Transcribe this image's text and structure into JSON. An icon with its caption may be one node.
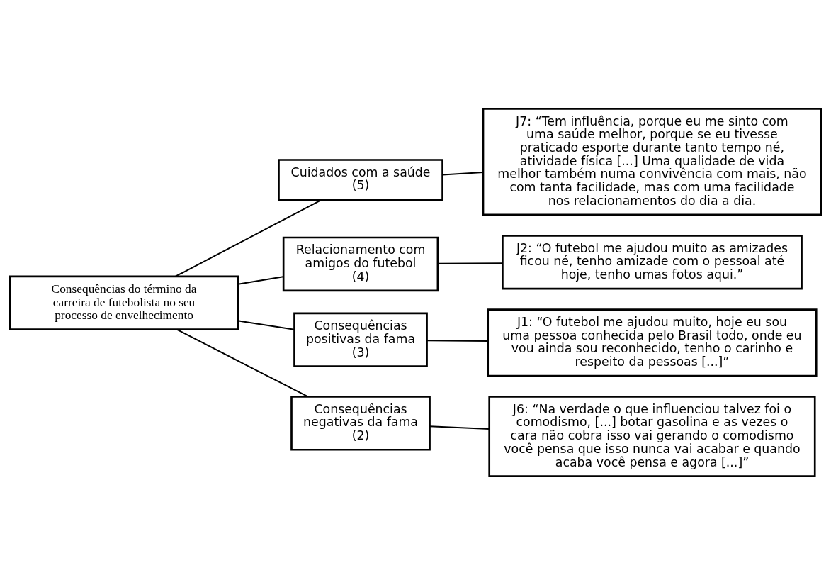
{
  "diagram": {
    "nodes": [
      {
        "text": [
          "Consequências do término da carreira de futebolista no seu processo de envelhecimento"
        ]
      },
      {
        "text": [
          "Cuidados com a saúde (5)"
        ]
      },
      {
        "text": [
          "J7: “Tem influência, porque eu me sinto com uma saúde melhor, porque se eu tivesse praticado esporte durante tanto tempo né, atividade física [...] Uma qualidade de vida melhor também numa convivência com mais, não com tanta facilidade, mas com uma facilidade nos relacionamentos do dia a dia."
        ]
      },
      {
        "text": [
          "Relacionamento com amigos do futebol (4)"
        ]
      },
      {
        "text": [
          "J2: “O futebol me ajudou muito as amizades ficou né, tenho amizade com o pessoal até hoje, tenho umas fotos aqui.”"
        ]
      },
      {
        "text": [
          "Consequências positivas da fama (3)"
        ]
      },
      {
        "text": [
          "J1: “O futebol me ajudou muito, hoje eu sou uma pessoa conhecida pelo Brasil todo, onde eu vou ainda sou reconhecido, tenho o carinho e respeito da pessoas [...]”"
        ]
      },
      {
        "text": [
          "Consequências negativas da fama (2)"
        ]
      },
      {
        "text": [
          "J6: “Na verdade o que influenciou talvez foi o comodismo, [...] botar gasolina e as vezes o cara não cobra isso vai gerando o comodismo você pensa que isso nunca vai acabar e quando acaba você pensa e agora [...]”"
        ]
      }
    ],
    "edges": [
      {
        "from": 0,
        "to": 1,
        "arrow": "none"
      },
      {
        "from": 0,
        "to": 3,
        "arrow": "none"
      },
      {
        "from": 0,
        "to": 5,
        "arrow": "none"
      },
      {
        "from": 0,
        "to": 7,
        "arrow": "none"
      },
      {
        "from": 1,
        "to": 2,
        "arrow": "none"
      },
      {
        "from": 3,
        "to": 4,
        "arrow": "none"
      },
      {
        "from": 5,
        "to": 6,
        "arrow": "none"
      },
      {
        "from": 7,
        "to": 8,
        "arrow": "none"
      }
    ]
  }
}
